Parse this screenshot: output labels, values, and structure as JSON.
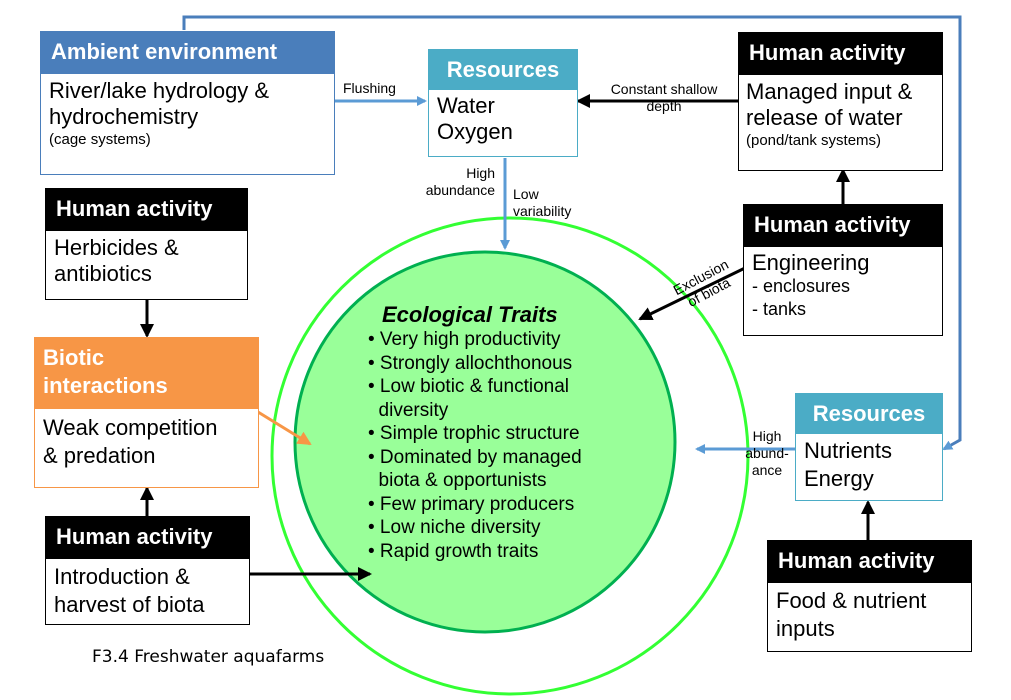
{
  "colors": {
    "ambient": "#4a7ebb",
    "resources": "#4bacc6",
    "human": "#000000",
    "biotic": "#f79646",
    "circle_fill": "#99ff99",
    "circle_stroke": "#00cc00",
    "outer_ring": "#33ff33",
    "arrow_blue": "#5b9bd5",
    "arrow_orange": "#f79646",
    "arrow_black": "#000000"
  },
  "ambient_env": {
    "title": "Ambient environment",
    "line1": "River/lake hydrology &",
    "line2": "hydrochemistry",
    "note": "(cage systems)"
  },
  "resources_top": {
    "title": "Resources",
    "line1": "Water",
    "line2": "Oxygen"
  },
  "human_managed": {
    "title": "Human activity",
    "line1": "Managed input &",
    "line2": "release of water",
    "note": "(pond/tank systems)"
  },
  "human_herbicides": {
    "title": "Human activity",
    "line1": "Herbicides &",
    "line2": "antibiotics"
  },
  "human_engineering": {
    "title": "Human activity",
    "line1": "Engineering",
    "line2": "- enclosures",
    "line3": "- tanks"
  },
  "biotic": {
    "title1": "Biotic",
    "title2": "interactions",
    "line1": "Weak competition",
    "line2": "& predation"
  },
  "resources_right": {
    "title": "Resources",
    "line1": "Nutrients",
    "line2": "Energy"
  },
  "human_introduction": {
    "title": "Human activity",
    "line1": "Introduction &",
    "line2": "harvest of biota"
  },
  "human_food": {
    "title": "Human activity",
    "line1": "Food & nutrient",
    "line2": "inputs"
  },
  "traits": {
    "title": "Ecological Traits",
    "items": [
      "• Very high productivity",
      "• Strongly allochthonous",
      "• Low biotic & functional",
      "  diversity",
      "• Simple trophic structure",
      "• Dominated by managed",
      "  biota & opportunists",
      "• Few primary producers",
      "• Low niche diversity",
      "• Rapid growth traits"
    ]
  },
  "labels": {
    "flushing": "Flushing",
    "constant_shallow_1": "Constant shallow",
    "constant_shallow_2": "depth",
    "high_abundance_1": "High",
    "high_abundance_2": "abundance",
    "low_variability_1": "Low",
    "low_variability_2": "variability",
    "exclusion_1": "Exclusion",
    "exclusion_2": "of biota",
    "right_high_1": "High",
    "right_high_2": "abund-",
    "right_high_3": "ance"
  },
  "caption": "F3.4 Freshwater aquafarms"
}
